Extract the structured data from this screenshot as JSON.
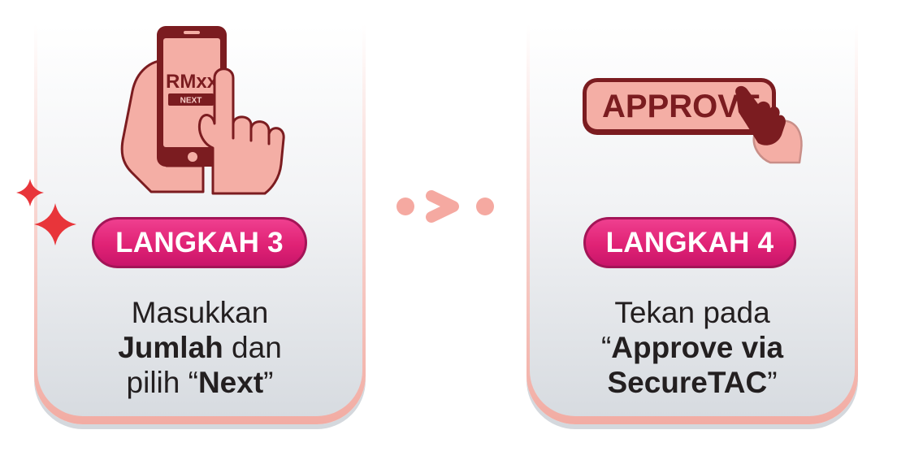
{
  "colors": {
    "illustration_dark_red": "#7b1c20",
    "illustration_skin": "#f4aea5",
    "badge_accent": "#e02275",
    "badge_border": "#a31557",
    "connector_pink": "#f5a9a1",
    "sparkle_red": "#e8353a",
    "text_dark": "#231f20"
  },
  "icons": {
    "connector": "dotted-chevron-right-icon",
    "sparkle": "sparkle-icon",
    "hand_cursor": "hand-pointer-icon"
  },
  "steps": [
    {
      "badge": "LANGKAH 3",
      "phone_amount": "RMxx",
      "phone_button": "NEXT",
      "description": {
        "line1": "Masukkan",
        "line2_bold": "Jumlah",
        "line2_regular": " dan",
        "line3_regular": "pilih “",
        "line3_bold": "Next",
        "line3_end": "”"
      }
    },
    {
      "badge": "LANGKAH 4",
      "button_label": "APPROVE",
      "description": {
        "line1": "Tekan pada",
        "line2_open_quote": "“",
        "line2_bold": "Approve via",
        "line3_bold": "SecureTAC",
        "line3_end": "”"
      }
    }
  ]
}
